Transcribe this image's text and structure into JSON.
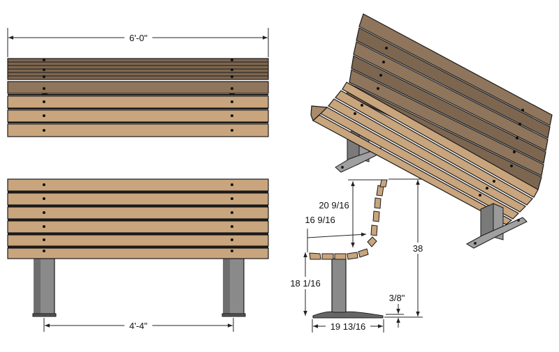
{
  "colors": {
    "plank_light": "#c9a57d",
    "plank_mid": "#a98b6a",
    "plank_dark": "#7d6650",
    "steel": "#8a8a8a",
    "steel_dark": "#4a4a4a",
    "outline": "#1a1a1a",
    "dimension": "#222222",
    "background": "#ffffff"
  },
  "dimensions": {
    "overall_length": "6'-0\"",
    "leg_spacing": "4'-4\"",
    "back_height": "20 9/16",
    "seat_depth": "16 9/16",
    "seat_height": "18 1/16",
    "overall_height": "38",
    "foot_thickness": "3/8\"",
    "base_depth": "19 13/16"
  },
  "views": [
    "top-view",
    "front-view",
    "side-view",
    "isometric-view"
  ]
}
